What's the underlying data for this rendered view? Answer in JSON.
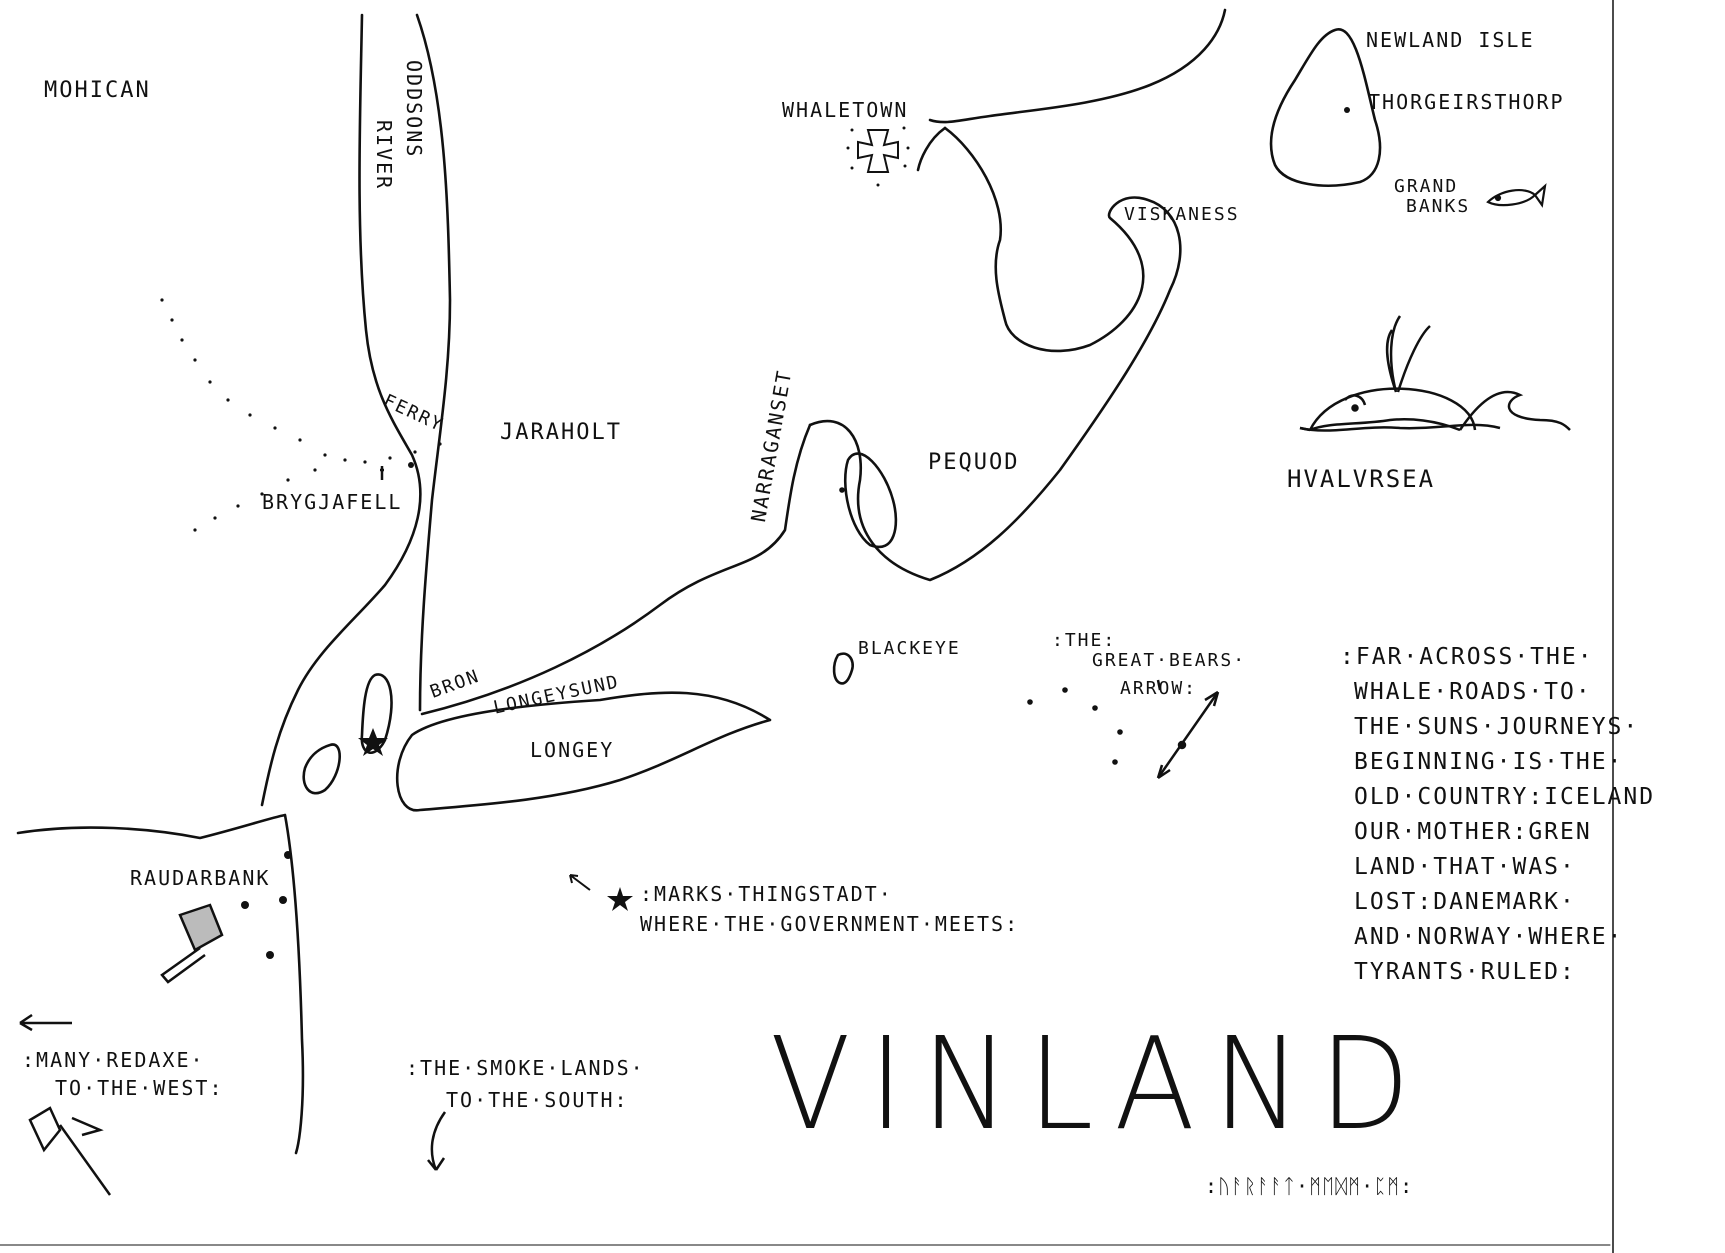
{
  "map": {
    "title": "VINLAND",
    "regions": {
      "mohican": "MOHICAN",
      "whaletown": "WHALETOWN",
      "newland_isle": "NEWLAND ISLE",
      "thorgeirsthorp": "THORGEIRSTHORP",
      "grand_banks_1": "GRAND",
      "grand_banks_2": "BANKS",
      "viskaness": "VISKANESS",
      "oddsons_river_1": "ODDSONS",
      "oddsons_river_2": "RIVER",
      "ferry": "FERRY",
      "jaraholt": "JARAHOLT",
      "brygjafell": "BRYGJAFELL",
      "narragansett": "NARRAGANSET",
      "pequod": "PEQUOD",
      "hvalursea": "HVALVRSEA",
      "blackeye": "BLACKEYE",
      "bron": "BRON",
      "longeysund": "LONGEYSUND",
      "longey": "LONGEY",
      "raudarbank": "RAUDARBANK"
    },
    "constellation": {
      "line1": ":THE:",
      "line2": "GREAT·BEARS·",
      "line3": "ARROW:"
    },
    "thingstadt_note": {
      "line1": ":MARKS·THINGSTADT·",
      "line2": "WHERE·THE·GOVERNMENT·MEETS:"
    },
    "west_note": {
      "line1": ":MANY·REDAXE·",
      "line2": "TO·THE·WEST:"
    },
    "south_note": {
      "line1": ":THE·SMOKE·LANDS·",
      "line2": "TO·THE·SOUTH:"
    },
    "lore": [
      ":FAR·ACROSS·THE·",
      "WHALE·ROADS·TO·",
      "THE·SUNS·JOURNEYS·",
      "BEGINNING·IS·THE·",
      "OLD·COUNTRY:ICELAND",
      "OUR·MOTHER:GREN",
      "LAND·THAT·WAS·",
      "LOST:DANEMARK·",
      "AND·NORWAY·WHERE·",
      "TYRANTS·RULED:"
    ],
    "runic_signature": ":ᚢᚨᚱᚨᚨᛏ·ᛗᛖᛞᛗ·ᛈᛗ:"
  },
  "colors": {
    "ink": "#111111",
    "paper": "#ffffff"
  }
}
